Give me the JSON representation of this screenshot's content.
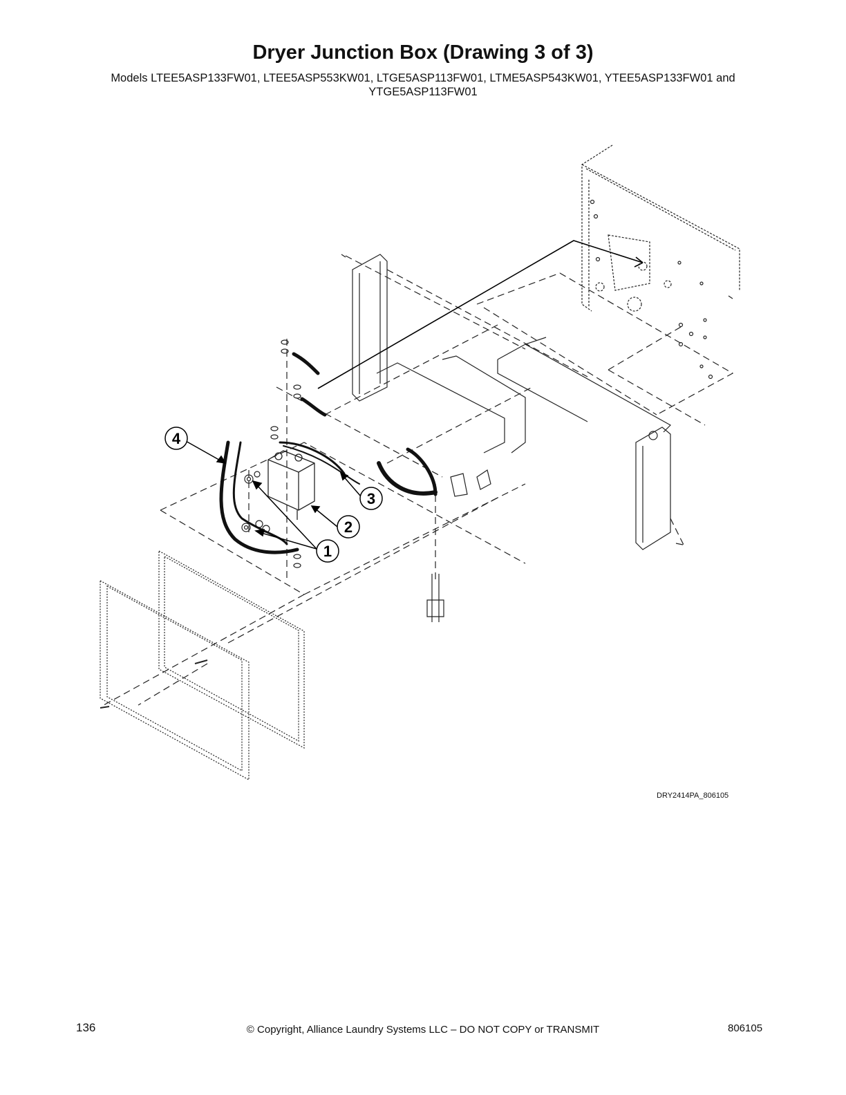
{
  "header": {
    "title": "Dryer Junction Box (Drawing 3 of 3)",
    "models_line1": "Models LTEE5ASP133FW01, LTEE5ASP553KW01, LTGE5ASP113FW01, LTME5ASP543KW01, YTEE5ASP133FW01 and",
    "models_line2": "YTGE5ASP113FW01"
  },
  "callouts": [
    "1",
    "2",
    "3",
    "4"
  ],
  "drawing_id": "DRY2414PA_806105",
  "footer": {
    "page_number": "136",
    "copyright": "© Copyright, Alliance Laundry Systems LLC – DO NOT COPY or TRANSMIT",
    "doc_number": "806105"
  }
}
